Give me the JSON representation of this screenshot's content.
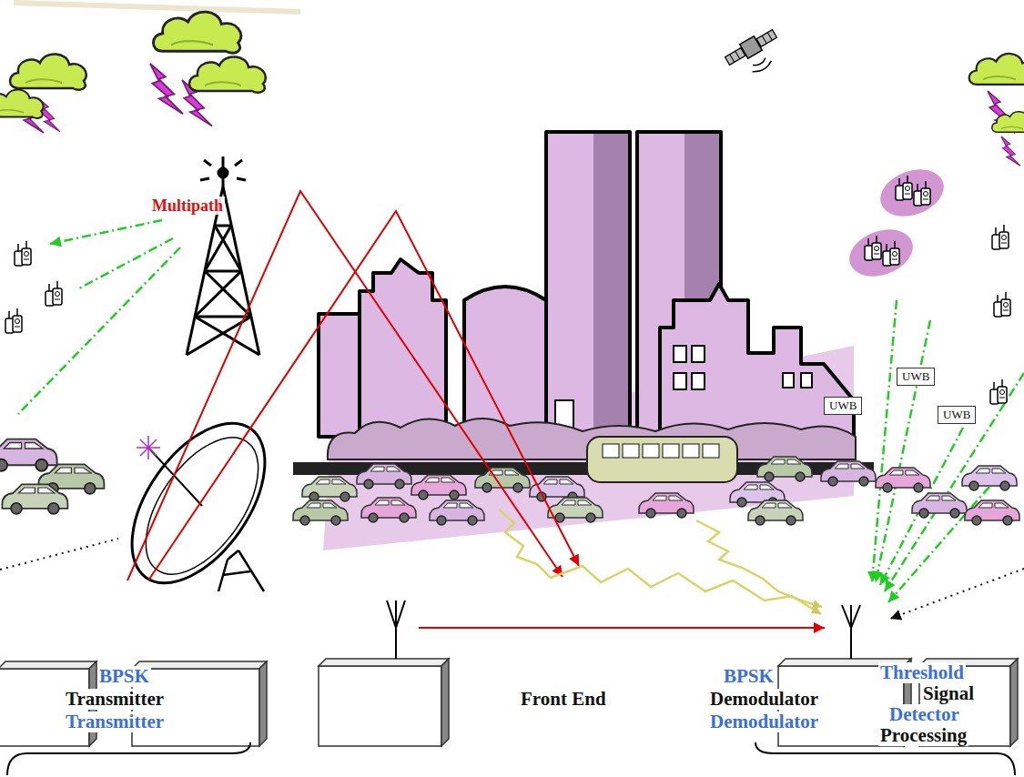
{
  "diagram": {
    "nodes": [
      {
        "text": [
          "UWB"
        ]
      },
      {
        "text": [
          "UWB"
        ]
      },
      {
        "text": [
          "UWB"
        ]
      }
    ],
    "labels": [
      "Multipath",
      "BPSK",
      "Transmitter",
      "Transmitter",
      "Front End",
      "BPSK",
      "Demodulator",
      "Demodulator",
      "Threshold",
      "Signal",
      "Detector",
      "Processing"
    ]
  }
}
